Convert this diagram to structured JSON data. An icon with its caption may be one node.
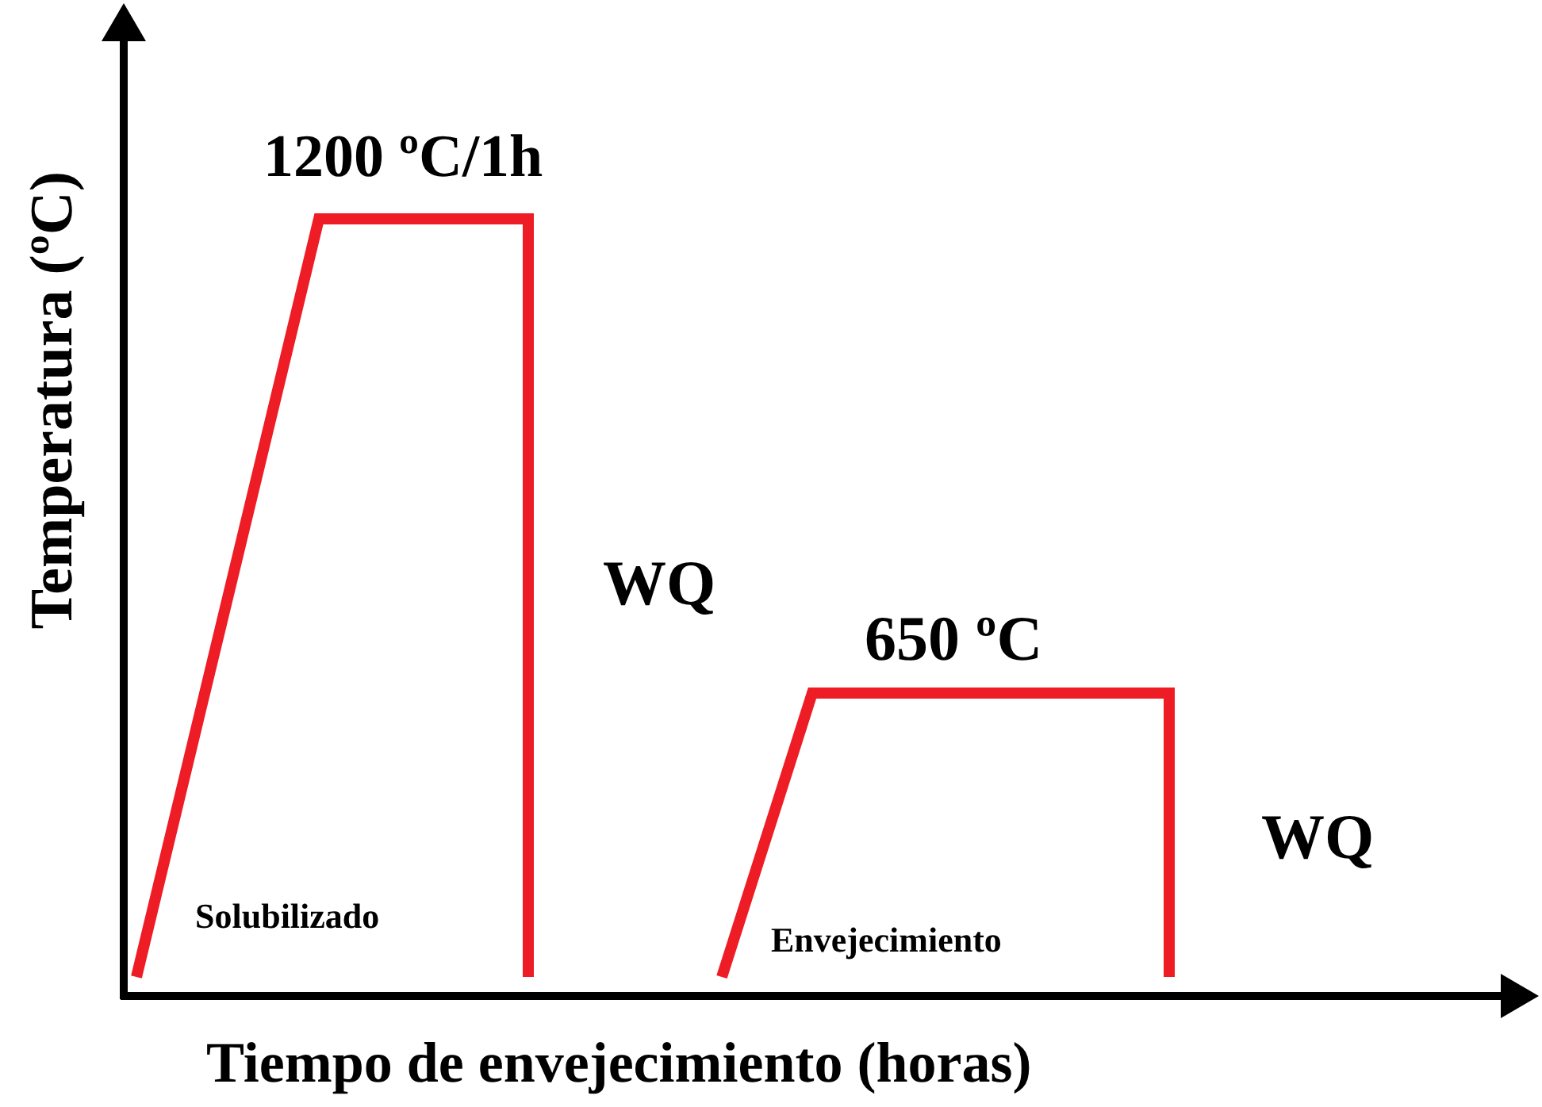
{
  "diagram": {
    "labels": [
      "1200 ºC/1h",
      "Temperatura (ºC)",
      "WQ",
      "650 ºC",
      "WQ",
      "Solubilizado",
      "Envejecimiento",
      "Tiempo de envejecimiento (horas)"
    ]
  }
}
